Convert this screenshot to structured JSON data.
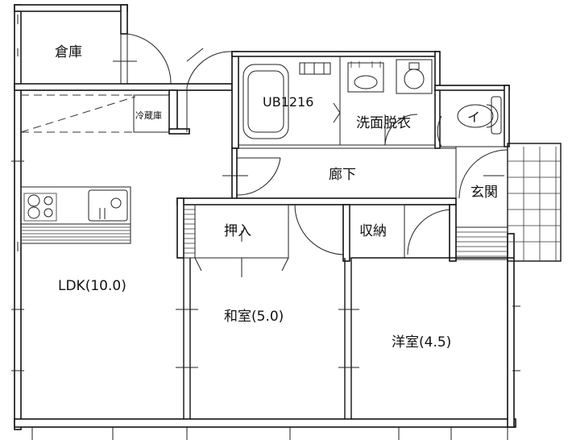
{
  "rooms": {
    "storage": "倉庫",
    "fridge": "冷蔵庫",
    "bath": "UB1216",
    "washroom": "洗面脱衣",
    "toilet": "イ",
    "entrance": "玄関",
    "hallway": "廊下",
    "closet_oshiire": "押入",
    "closet_shuno": "収納",
    "ldk": "LDK(10.0)",
    "washitsu": "和室(5.0)",
    "youshitsu": "洋室(4.5)"
  },
  "colors": {
    "line": "#111111",
    "background": "#ffffff"
  }
}
